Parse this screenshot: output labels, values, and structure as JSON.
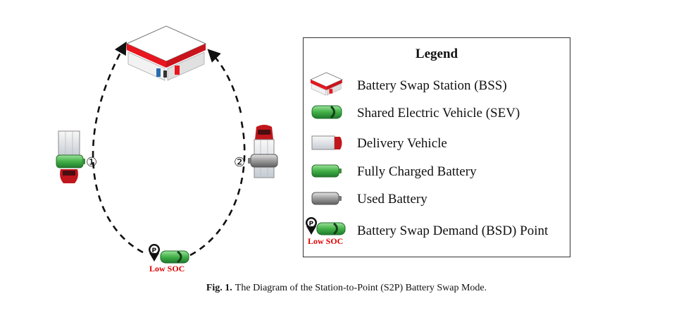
{
  "legend": {
    "title": "Legend",
    "items": [
      {
        "icon": "battery-swap-station-icon",
        "label": "Battery Swap Station (BSS)"
      },
      {
        "icon": "shared-electric-vehicle-icon",
        "label": "Shared Electric Vehicle (SEV)"
      },
      {
        "icon": "delivery-vehicle-icon",
        "label": "Delivery Vehicle"
      },
      {
        "icon": "fully-charged-battery-icon",
        "label": "Fully Charged Battery"
      },
      {
        "icon": "used-battery-icon",
        "label": "Used Battery"
      },
      {
        "icon": "bsd-point-icon",
        "label": "Battery Swap Demand (BSD) Point"
      }
    ],
    "bsd_point_label": "Low SOC"
  },
  "diagram": {
    "step_1": "①",
    "step_2": "②",
    "bsd_point_label": "Low SOC",
    "parking_glyph": "P"
  },
  "caption": {
    "fig_label": "Fig. 1.",
    "text": "The Diagram of the Station-to-Point (S2P) Battery Swap Mode."
  },
  "colors": {
    "station_red": "#e8161e",
    "sev_green": "#2fa84a",
    "battery_green": "#5cb85c",
    "used_gray": "#9a9a9a",
    "low_soc_red": "#e00000",
    "vehicle_red": "#c0161c"
  }
}
